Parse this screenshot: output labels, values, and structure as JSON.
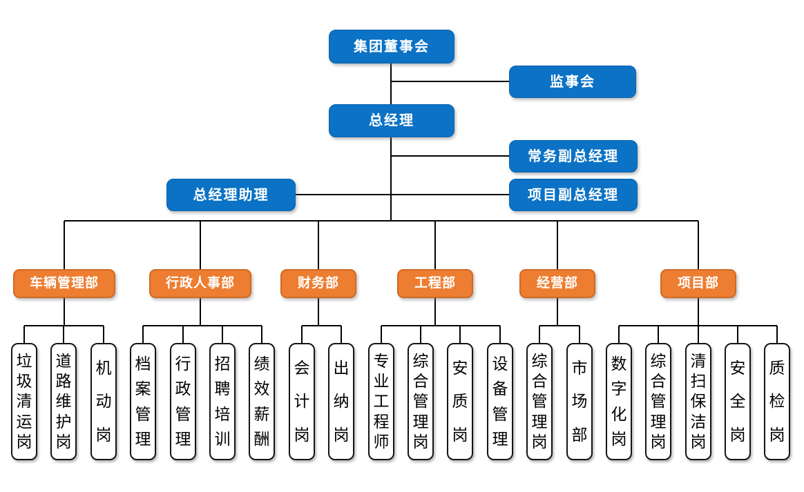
{
  "executive": {
    "board": "集团董事会",
    "supervisory": "监事会",
    "general_manager": "总经理",
    "executive_deputy_gm": "常务副总经理",
    "gm_assistant": "总经理助理",
    "project_deputy_gm": "项目副总经理"
  },
  "departments": [
    {
      "label": "车辆管理部",
      "children": [
        "垃圾清运岗",
        "道路维护岗",
        "机动岗"
      ]
    },
    {
      "label": "行政人事部",
      "children": [
        "档案管理",
        "行政管理",
        "招聘培训",
        "绩效薪酬"
      ]
    },
    {
      "label": "财务部",
      "children": [
        "会计岗",
        "出纳岗"
      ]
    },
    {
      "label": "工程部",
      "children": [
        "专业工程师",
        "综合管理岗",
        "安质岗",
        "设备管理"
      ]
    },
    {
      "label": "经营部",
      "children": [
        "综合管理岗",
        "市场部"
      ]
    },
    {
      "label": "项目部",
      "children": [
        "数字化岗",
        "综合管理岗",
        "清扫保洁岗",
        "安全岗",
        "质检岗"
      ]
    }
  ],
  "colors": {
    "executive_fill": "#0B72C5",
    "executive_border": "#0A63AB",
    "department_fill": "#ED7D31",
    "department_border": "#CE6A24",
    "position_fill": "#FFFFFF",
    "position_border": "#141414",
    "connector": "#000000",
    "text_on_fill": "#FFFFFF",
    "text_on_white": "#000000"
  }
}
